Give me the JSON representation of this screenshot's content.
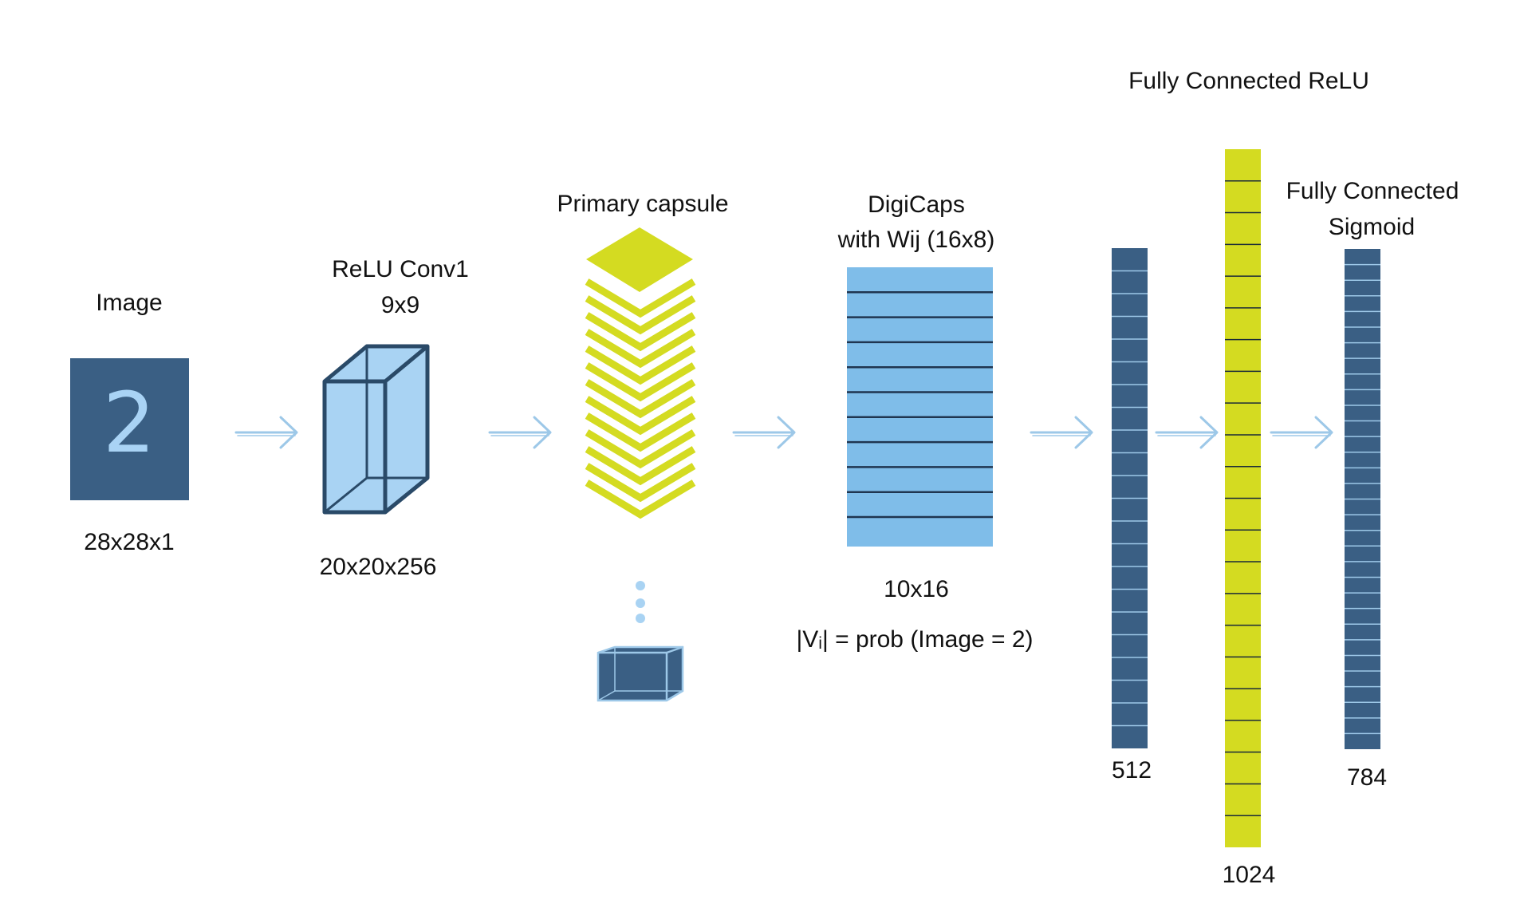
{
  "colors": {
    "dark_blue": "#3a5f84",
    "light_blue": "#7fbde9",
    "lime": "#d4db21",
    "arrow": "#9dc8e8",
    "edge": "#2a4a68"
  },
  "stages": {
    "image": {
      "title": "Image",
      "digit": "2",
      "size": "28x28x1"
    },
    "conv1": {
      "title_line1": "ReLU Conv1",
      "title_line2": "9x9",
      "size": "20x20x256"
    },
    "primary": {
      "title": "Primary capsule"
    },
    "digicaps": {
      "title_line1": "DigiCaps",
      "title_line2": "with Wij (16x8)",
      "size": "10x16",
      "formula": "|Vᵢ| = prob (Image = 2)"
    },
    "fc1": {
      "title": "Fully Connected ReLU",
      "size": "512"
    },
    "fc2": {
      "size": "1024"
    },
    "fc3": {
      "title_line1": "Fully Connected",
      "title_line2": "Sigmoid",
      "size": "784"
    }
  },
  "icons": [
    "arrow-right-icon"
  ]
}
